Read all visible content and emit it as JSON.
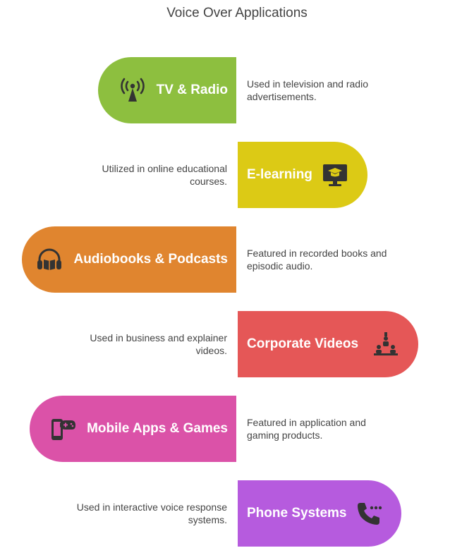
{
  "title": "Voice Over Applications",
  "items": [
    {
      "label": "TV & Radio",
      "description": "Used in television and radio advertisements.",
      "color": "#8dbf3f",
      "icon": "radio-tower-icon"
    },
    {
      "label": "E-learning",
      "description": "Utilized in online educational courses.",
      "color": "#dcca15",
      "icon": "monitor-graduation-cap-icon"
    },
    {
      "label": "Audiobooks & Podcasts",
      "description": "Featured in recorded books and episodic audio.",
      "color": "#e0852f",
      "icon": "headphones-book-icon"
    },
    {
      "label": "Corporate Videos",
      "description": "Used in business and explainer videos.",
      "color": "#e55757",
      "icon": "presentation-meeting-icon"
    },
    {
      "label": "Mobile Apps & Games",
      "description": "Featured in application and gaming products.",
      "color": "#db52a8",
      "icon": "phone-gamepad-icon"
    },
    {
      "label": "Phone Systems",
      "description": "Used in interactive voice response systems.",
      "color": "#b65bde",
      "icon": "phone-call-icon"
    }
  ]
}
